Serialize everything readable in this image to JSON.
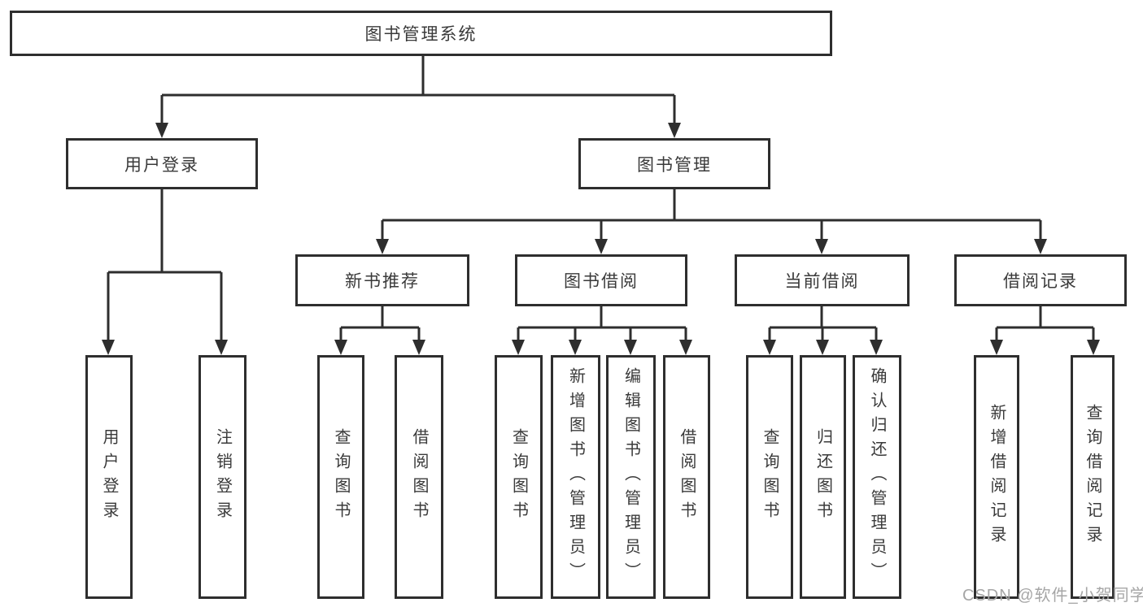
{
  "tree": {
    "label": "图书管理系统",
    "children": [
      {
        "label": "用户登录",
        "children": [
          {
            "label": "用户登录"
          },
          {
            "label": "注销登录"
          }
        ]
      },
      {
        "label": "图书管理",
        "children": [
          {
            "label": "新书推荐",
            "children": [
              {
                "label": "查询图书"
              },
              {
                "label": "借阅图书"
              }
            ]
          },
          {
            "label": "图书借阅",
            "children": [
              {
                "label": "查询图书"
              },
              {
                "label": "新增图书（管理员）"
              },
              {
                "label": "编辑图书（管理员）"
              },
              {
                "label": "借阅图书"
              }
            ]
          },
          {
            "label": "当前借阅",
            "children": [
              {
                "label": "查询图书"
              },
              {
                "label": "归还图书"
              },
              {
                "label": "确认归还（管理员）"
              }
            ]
          },
          {
            "label": "借阅记录",
            "children": [
              {
                "label": "新增借阅记录"
              },
              {
                "label": "查询借阅记录"
              }
            ]
          }
        ]
      }
    ]
  },
  "colors": {
    "line": "#2e2e2e",
    "text": "#3a3a3a",
    "watermark_gray": "#a6a6a6"
  },
  "watermark": "CSDN @软件_小贺同学"
}
